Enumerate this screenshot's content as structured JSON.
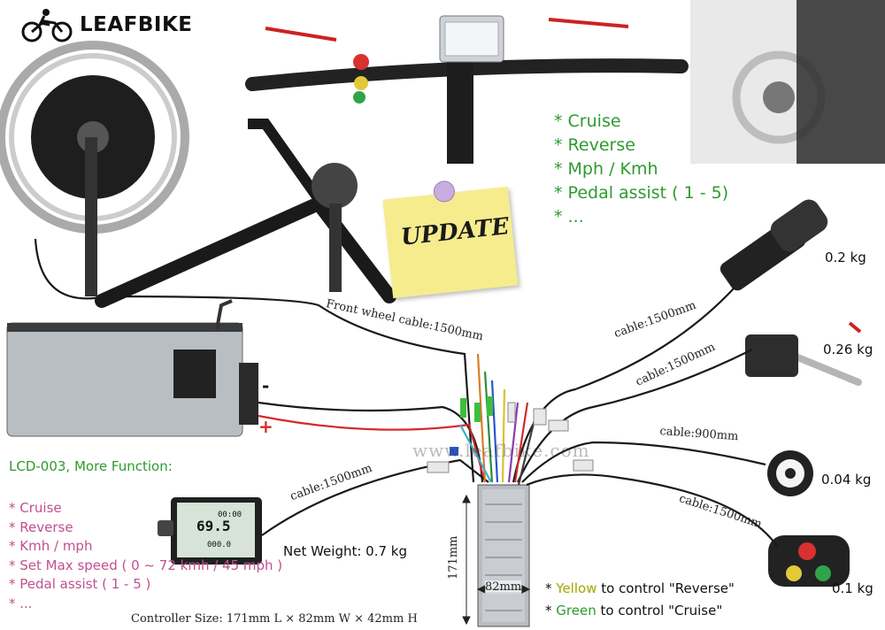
{
  "brand": {
    "name": "LEAFBIKE",
    "watermark": "www.leafbike.com"
  },
  "update_note": "UPDATE",
  "display_features": [
    "* Cruise",
    "* Reverse",
    "* Mph / Kmh",
    "* Pedal assist ( 1 - 5)",
    "* ..."
  ],
  "lcd": {
    "title": "LCD-003, More Function:",
    "features": [
      "* Cruise",
      "* Reverse",
      "* Kmh / mph",
      "* Set Max speed ( 0 ~ 72 kmh / 45 mph )",
      "* Pedal assist ( 1 - 5 )",
      "* ..."
    ],
    "net_weight": "Net Weight: 0.7 kg",
    "screen": {
      "speed": "69.5",
      "odo": "00:00",
      "trip": "000.0"
    }
  },
  "cables": {
    "front_wheel": "Front wheel cable:1500mm",
    "throttle": "cable:1500mm",
    "brake": "cable:1500mm",
    "pas": "cable:900mm",
    "switch": "cable:1500mm",
    "lcd": "cable:1500mm"
  },
  "weights": {
    "throttle": "0.2 kg",
    "brake": "0.26 kg",
    "pas": "0.04 kg",
    "switch": "0.1 kg"
  },
  "battery": {
    "minus": "-",
    "plus": "+"
  },
  "controller": {
    "height": "171mm",
    "width": "82mm",
    "size": "Controller Size: 171mm L × 82mm W × 42mm H"
  },
  "notes": {
    "yellow_prefix": "* ",
    "yellow_word": "Yellow",
    "yellow_rest": " to control \"Reverse\"",
    "green_prefix": "* ",
    "green_word": "Green",
    "green_rest": " to control \"Cruise\""
  },
  "colors": {
    "feature_green": "#2e9b2e",
    "lcd_pink": "#c0508f",
    "note_yellow": "#f6ec8e",
    "wire_red": "#d22b2b"
  }
}
